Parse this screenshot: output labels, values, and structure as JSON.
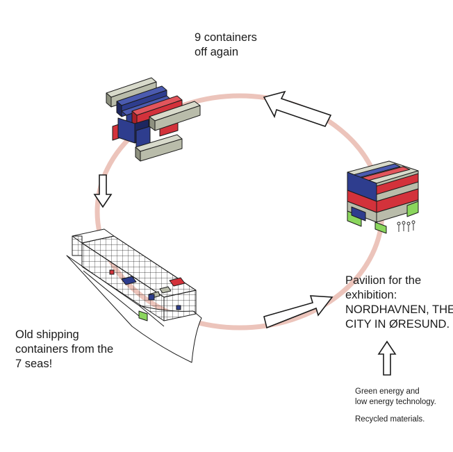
{
  "labels": {
    "top": [
      "9 containers",
      "off again"
    ],
    "pavilion": [
      "Pavilion for the",
      "exhibition:",
      "NORDHAVNEN, THE",
      "CITY IN ØRESUND."
    ],
    "old": [
      "Old shipping",
      "containers from the",
      "7 seas!"
    ],
    "green": [
      "Green energy and",
      "low energy technology."
    ],
    "recycled": [
      "Recycled materials."
    ]
  },
  "colors": {
    "cycle": "#ecc4bb",
    "grey": "#b9bcaa",
    "blue": "#2e3d8e",
    "red": "#d3323b",
    "green": "#8bd65d",
    "stroke": "#1a1a1a"
  }
}
